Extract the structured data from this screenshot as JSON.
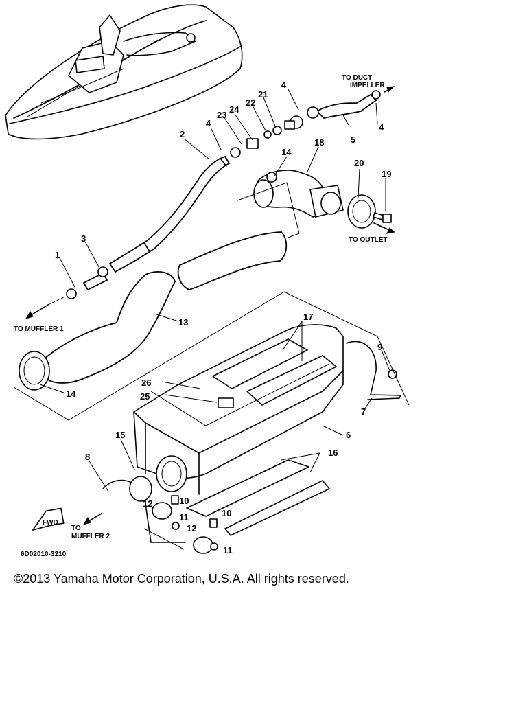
{
  "diagram": {
    "part_labels": {
      "p1": "1",
      "p2": "2",
      "p3": "3",
      "p4a": "4",
      "p4b": "4",
      "p4c": "4",
      "p5": "5",
      "p6": "6",
      "p7": "7",
      "p8": "8",
      "p9": "9",
      "p10a": "10",
      "p10b": "10",
      "p11a": "11",
      "p11b": "11",
      "p12a": "12",
      "p12b": "12",
      "p13": "13",
      "p14a": "14",
      "p14b": "14",
      "p15": "15",
      "p16": "16",
      "p17": "17",
      "p18": "18",
      "p19": "19",
      "p20": "20",
      "p21": "21",
      "p22": "22",
      "p23": "23",
      "p24": "24",
      "p25": "25",
      "p26": "26"
    },
    "callouts": {
      "to_duct": "TO DUCT",
      "impeller": "IMPELLER",
      "to_outlet": "TO OUTLET",
      "to_muffler_1": "TO MUFFLER 1",
      "to": "TO",
      "muffler_2": "MUFFLER 2",
      "fwd": "FWD"
    },
    "diagram_code": "6D02010-3210"
  },
  "copyright": "©2013 Yamaha Motor Corporation, U.S.A. All rights reserved."
}
